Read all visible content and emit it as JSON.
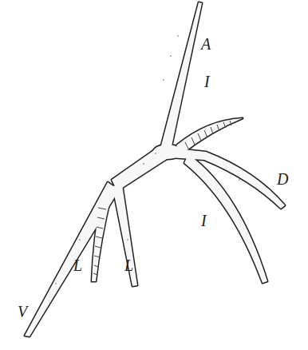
{
  "diagram": {
    "labels": [
      "A",
      "I",
      "D",
      "I",
      "V",
      "L",
      "L"
    ]
  }
}
